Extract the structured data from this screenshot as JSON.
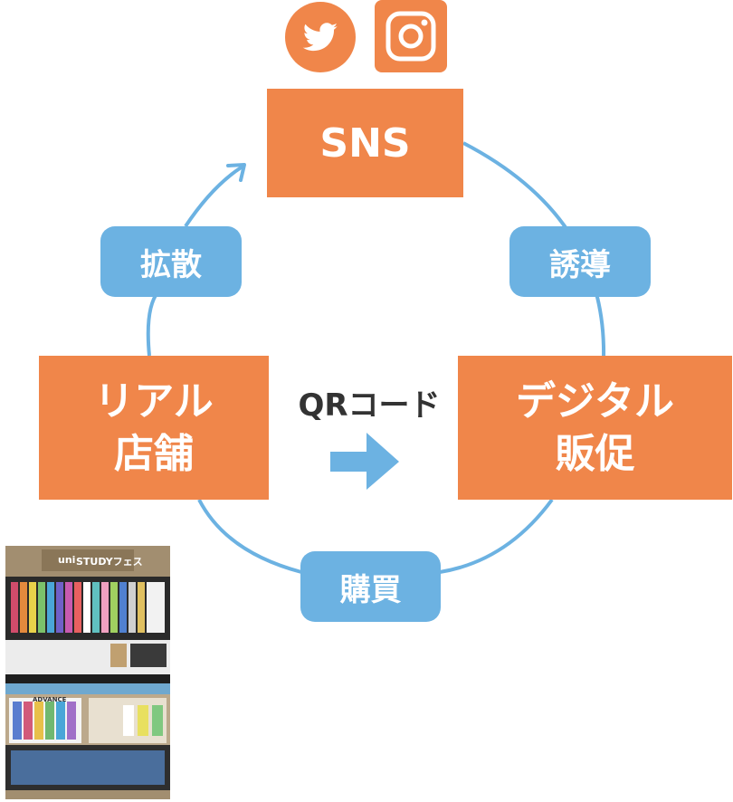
{
  "colors": {
    "orange": "#F0864A",
    "blue": "#6CB2E2",
    "text_dark": "#333333"
  },
  "social_icons": [
    "twitter-icon",
    "instagram-icon"
  ],
  "nodes": {
    "sns": "SNS",
    "real_store": "リアル\n店舗",
    "digital_promo": "デジタル\n販促"
  },
  "edges": {
    "spread": "拡散",
    "guide": "誘導",
    "purchase": "購買"
  },
  "qr_label": "QRコード",
  "photo": {
    "banner_brand": "uni",
    "banner_title": "STUDYフェス",
    "product_label": "ADVANCE"
  }
}
